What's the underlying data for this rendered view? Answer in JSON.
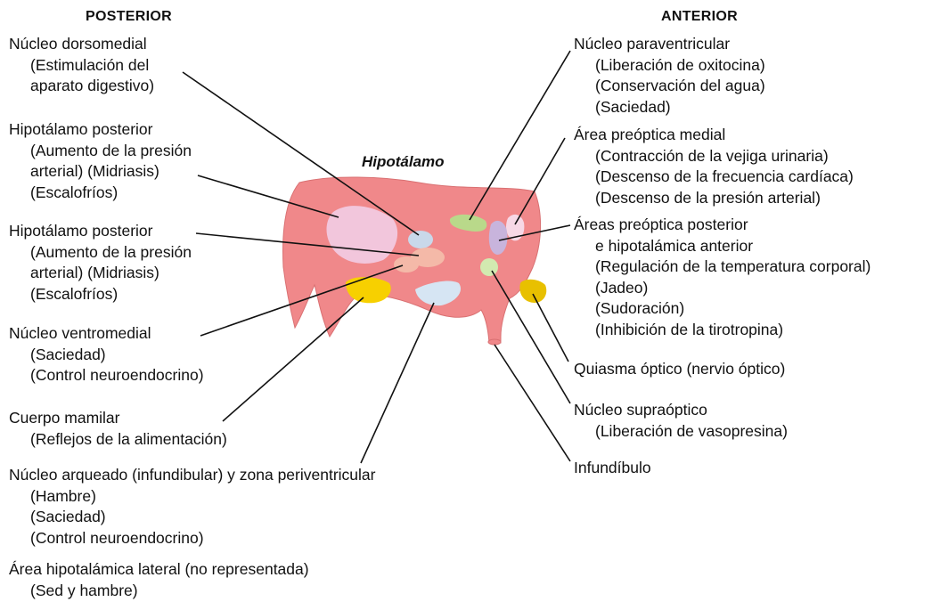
{
  "headings": {
    "posterior": "POSTERIOR",
    "anterior": "ANTERIOR"
  },
  "title": "Hipotálamo",
  "left_labels": [
    {
      "name": "Núcleo dorsomedial",
      "lines": [
        "(Estimulación del",
        "aparato digestivo)"
      ]
    },
    {
      "name": "Hipotálamo posterior",
      "lines": [
        "(Aumento de la presión",
        "arterial) (Midriasis)",
        "(Escalofríos)"
      ]
    },
    {
      "name": "Hipotálamo posterior",
      "lines": [
        "(Aumento de la presión",
        "arterial) (Midriasis)",
        "(Escalofríos)"
      ]
    },
    {
      "name": "Núcleo ventromedial",
      "lines": [
        "(Saciedad)",
        "(Control neuroendocrino)"
      ]
    },
    {
      "name": "Cuerpo mamilar",
      "lines": [
        "(Reflejos de la alimentación)"
      ]
    },
    {
      "name": "Núcleo arqueado (infundibular) y zona periventricular",
      "lines": [
        "(Hambre)",
        "(Saciedad)",
        "(Control neuroendocrino)"
      ]
    },
    {
      "name": "Área hipotalámica lateral (no representada)",
      "lines": [
        "(Sed y hambre)"
      ]
    }
  ],
  "right_labels": [
    {
      "name": "Núcleo paraventricular",
      "lines": [
        "(Liberación de oxitocina)",
        "(Conservación del agua)",
        "(Saciedad)"
      ]
    },
    {
      "name": "Área preóptica medial",
      "lines": [
        "(Contracción de la vejiga urinaria)",
        "(Descenso de la frecuencia cardíaca)",
        "(Descenso de la presión arterial)"
      ]
    },
    {
      "name": "Áreas preóptica posterior",
      "lines": [
        "e hipotalámica anterior",
        "(Regulación de la temperatura corporal)",
        "(Jadeo)",
        "(Sudoración)",
        "(Inhibición de la tirotropina)"
      ]
    },
    {
      "name": "Quiasma óptico (nervio óptico)",
      "lines": []
    },
    {
      "name": "Núcleo supraóptico",
      "lines": [
        "(Liberación de vasopresina)"
      ]
    },
    {
      "name": "Infundíbulo",
      "lines": []
    }
  ],
  "colors": {
    "hypothalamus": "#f0888a",
    "hypothalamus_edge": "#d97072",
    "posterior_region": "#f2c6dc",
    "dorsomedial": "#c9d8ea",
    "posterior_small": "#f4b9a8",
    "ventromedial": "#f7d000",
    "arcuate": "#d6e5f3",
    "paraventricular": "#b9d98a",
    "preoptic_medial": "#f7d8e6",
    "preoptic_posterior": "#c8b4dc",
    "supraoptic": "#d2eab0",
    "chiasm": "#e8c000",
    "leader_line": "#111111"
  }
}
